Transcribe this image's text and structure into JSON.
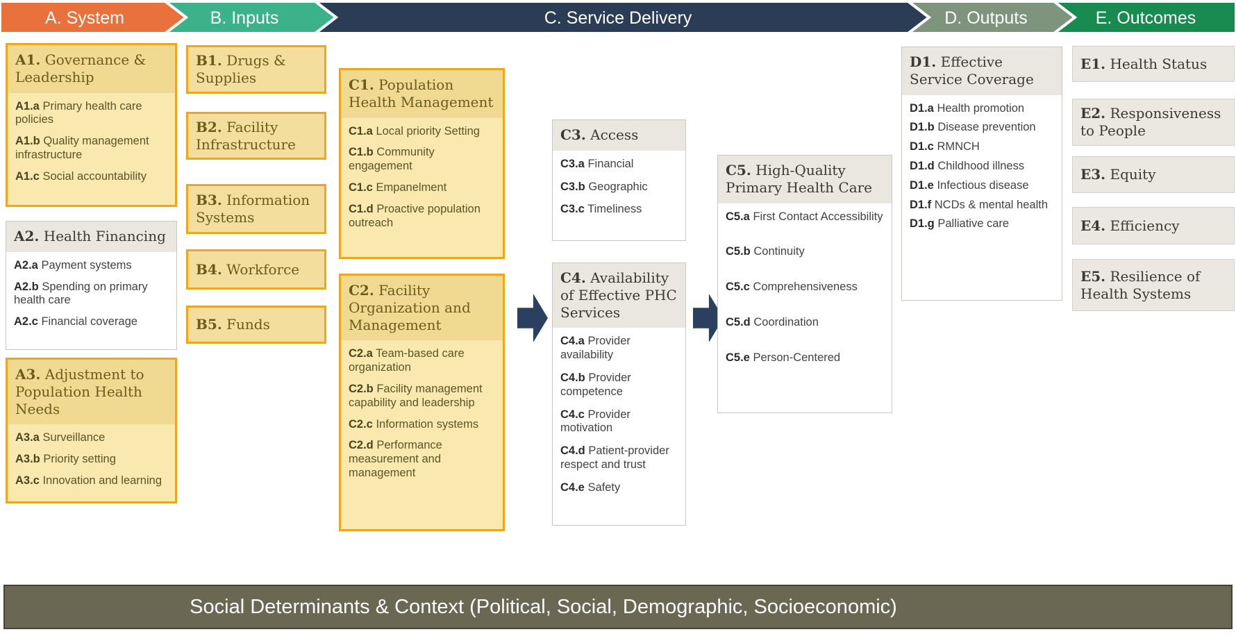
{
  "header": {
    "stages": [
      {
        "label": "A. System",
        "color": "#E8713C"
      },
      {
        "label": "B. Inputs",
        "color": "#3BB289"
      },
      {
        "label": "C. Service Delivery",
        "color": "#2B3D55"
      },
      {
        "label": "D. Outputs",
        "color": "#7E947C"
      },
      {
        "label": "E. Outcomes",
        "color": "#188B51"
      }
    ]
  },
  "boxes": {
    "a1": {
      "code": "A1.",
      "title": "Governance & Leadership",
      "items": [
        {
          "code": "A1.a",
          "text": "Primary health care policies"
        },
        {
          "code": "A1.b",
          "text": "Quality management infrastructure"
        },
        {
          "code": "A1.c",
          "text": "Social accountability"
        }
      ]
    },
    "a2": {
      "code": "A2.",
      "title": "Health Financing",
      "items": [
        {
          "code": "A2.a",
          "text": "Payment systems"
        },
        {
          "code": "A2.b",
          "text": "Spending on primary health care"
        },
        {
          "code": "A2.c",
          "text": "Financial coverage"
        }
      ]
    },
    "a3": {
      "code": "A3.",
      "title": "Adjustment to Population Health Needs",
      "items": [
        {
          "code": "A3.a",
          "text": "Surveillance"
        },
        {
          "code": "A3.b",
          "text": "Priority setting"
        },
        {
          "code": "A3.c",
          "text": "Innovation and learning"
        }
      ]
    },
    "b1": {
      "code": "B1.",
      "title": "Drugs & Supplies"
    },
    "b2": {
      "code": "B2.",
      "title": "Facility Infrastructure"
    },
    "b3": {
      "code": "B3.",
      "title": "Information Systems"
    },
    "b4": {
      "code": "B4.",
      "title": "Workforce"
    },
    "b5": {
      "code": "B5.",
      "title": "Funds"
    },
    "c1": {
      "code": "C1.",
      "title": "Population Health Management",
      "items": [
        {
          "code": "C1.a",
          "text": "Local priority Setting"
        },
        {
          "code": "C1.b",
          "text": "Community engagement"
        },
        {
          "code": "C1.c",
          "text": "Empanelment"
        },
        {
          "code": "C1.d",
          "text": "Proactive population outreach"
        }
      ]
    },
    "c2": {
      "code": "C2.",
      "title": "Facility Organization and Management",
      "items": [
        {
          "code": "C2.a",
          "text": "Team-based care organization"
        },
        {
          "code": "C2.b",
          "text": "Facility management capability and leadership"
        },
        {
          "code": "C2.c",
          "text": "Information systems"
        },
        {
          "code": "C2.d",
          "text": "Performance measurement and management"
        }
      ]
    },
    "c3": {
      "code": "C3.",
      "title": "Access",
      "items": [
        {
          "code": "C3.a",
          "text": "Financial"
        },
        {
          "code": "C3.b",
          "text": "Geographic"
        },
        {
          "code": "C3.c",
          "text": "Timeliness"
        }
      ]
    },
    "c4": {
      "code": "C4.",
      "title": "Availability of Effective PHC Services",
      "items": [
        {
          "code": "C4.a",
          "text": "Provider availability"
        },
        {
          "code": "C4.b",
          "text": "Provider competence"
        },
        {
          "code": "C4.c",
          "text": "Provider motivation"
        },
        {
          "code": "C4.d",
          "text": "Patient-provider respect and trust"
        },
        {
          "code": "C4.e",
          "text": "Safety"
        }
      ]
    },
    "c5": {
      "code": "C5.",
      "title": "High-Quality Primary Health Care",
      "items": [
        {
          "code": "C5.a",
          "text": "First Contact Accessibility"
        },
        {
          "code": "C5.b",
          "text": "Continuity"
        },
        {
          "code": "C5.c",
          "text": "Comprehensiveness"
        },
        {
          "code": "C5.d",
          "text": "Coordination"
        },
        {
          "code": "C5.e",
          "text": "Person-Centered"
        }
      ]
    },
    "d1": {
      "code": "D1.",
      "title": "Effective Service Coverage",
      "items": [
        {
          "code": "D1.a",
          "text": "Health promotion"
        },
        {
          "code": "D1.b",
          "text": "Disease prevention"
        },
        {
          "code": "D1.c",
          "text": "RMNCH"
        },
        {
          "code": "D1.d",
          "text": "Childhood illness"
        },
        {
          "code": "D1.e",
          "text": "Infectious disease"
        },
        {
          "code": "D1.f",
          "text": "NCDs & mental health"
        },
        {
          "code": "D1.g",
          "text": "Palliative care"
        }
      ]
    },
    "e1": {
      "code": "E1.",
      "title": "Health Status"
    },
    "e2": {
      "code": "E2.",
      "title": "Responsiveness to People"
    },
    "e3": {
      "code": "E3.",
      "title": "Equity"
    },
    "e4": {
      "code": "E4.",
      "title": "Efficiency"
    },
    "e5": {
      "code": "E5.",
      "title": "Resilience of Health Systems"
    }
  },
  "footer": {
    "text": "Social Determinants & Context (Political, Social, Demographic, Socioeconomic)"
  }
}
